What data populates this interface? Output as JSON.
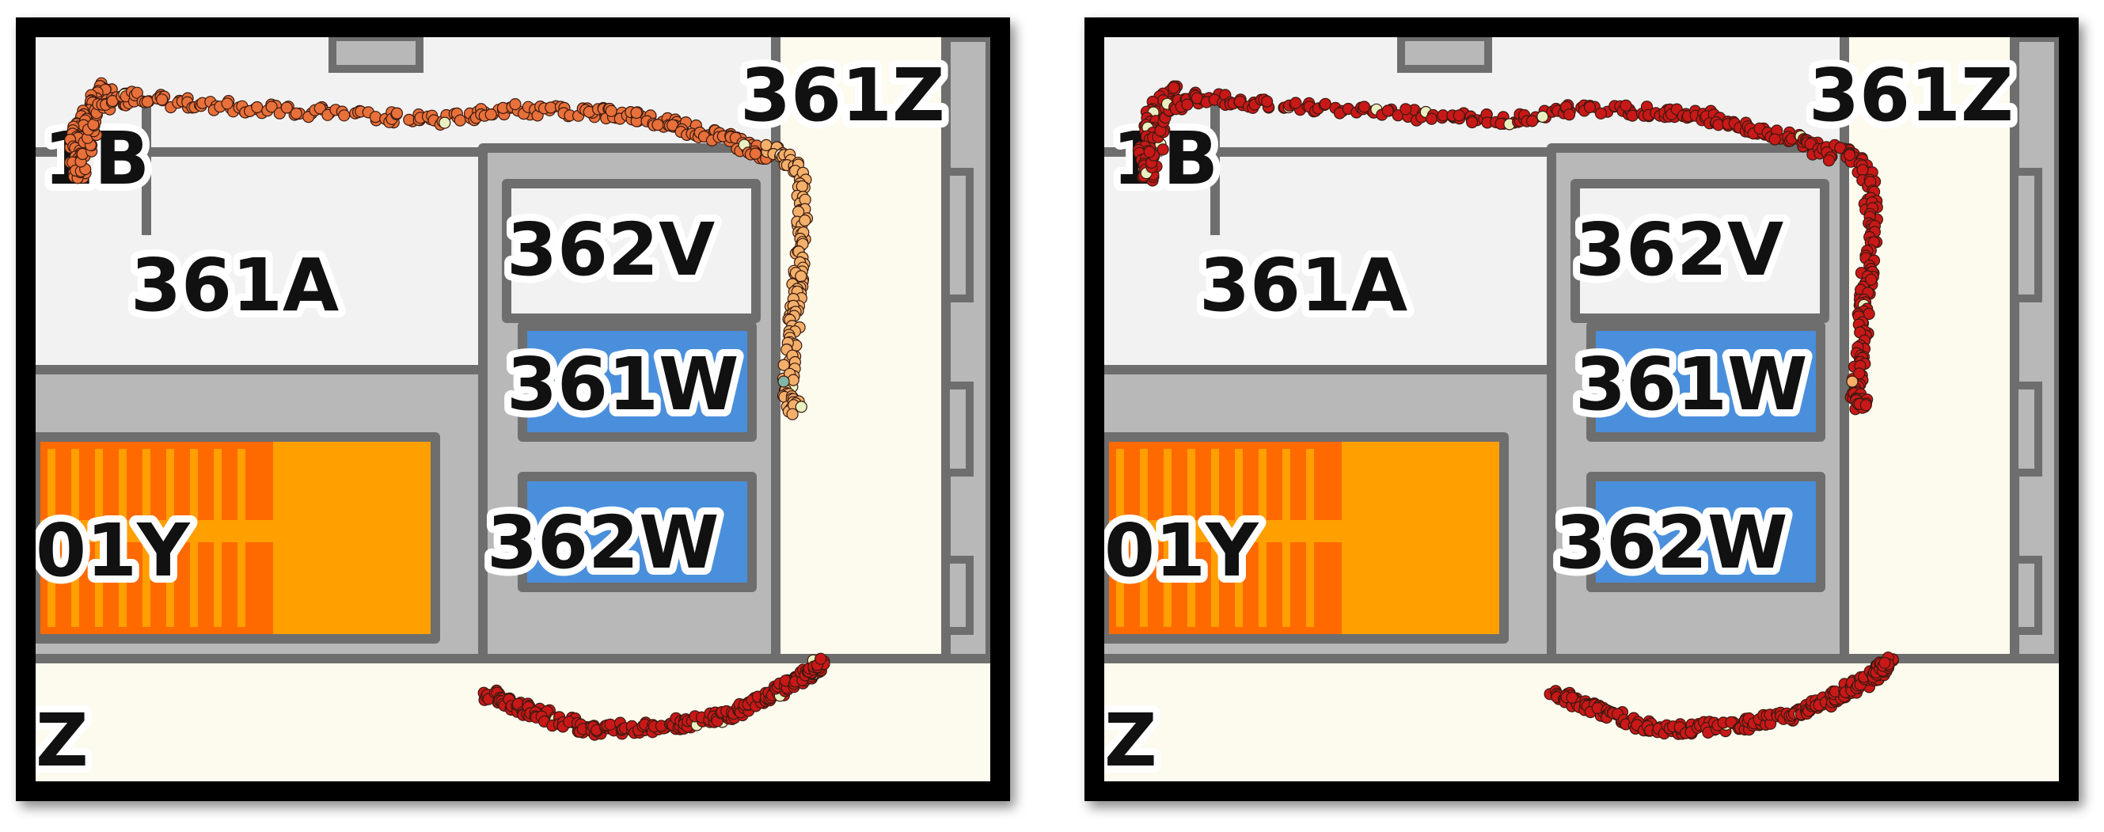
{
  "panels": [
    {
      "id": "left",
      "trajectory_style": "gradient",
      "labels": {
        "r361b": "1B",
        "r361z": "361Z",
        "r362v": "362V",
        "r361a": "361A",
        "r361w": "361W",
        "r301y": "01Y",
        "r362w": "362W",
        "rz": "Z"
      }
    },
    {
      "id": "right",
      "trajectory_style": "red",
      "labels": {
        "r361b": "1B",
        "r361z": "361Z",
        "r362v": "362V",
        "r361a": "361A",
        "r361w": "361W",
        "r301y": "01Y",
        "r362w": "362W",
        "rz": "Z"
      }
    }
  ],
  "colors": {
    "frame": "#000000",
    "wall": "#6e6e6e",
    "corridor_gray": "#b8b8b8",
    "room_light": "#f2f2f2",
    "hall_cream": "#fdfaee",
    "blue_room": "#4a8fdc",
    "orange_room": "#ff9f00",
    "stairs_orange": "#ff6a00",
    "trajectory_dark_red": "#c81818",
    "trajectory_orange": "#e8703a",
    "trajectory_peach": "#f4b06a",
    "trajectory_pale": "#e9f0c0",
    "trajectory_teal": "#7fb6a8"
  }
}
